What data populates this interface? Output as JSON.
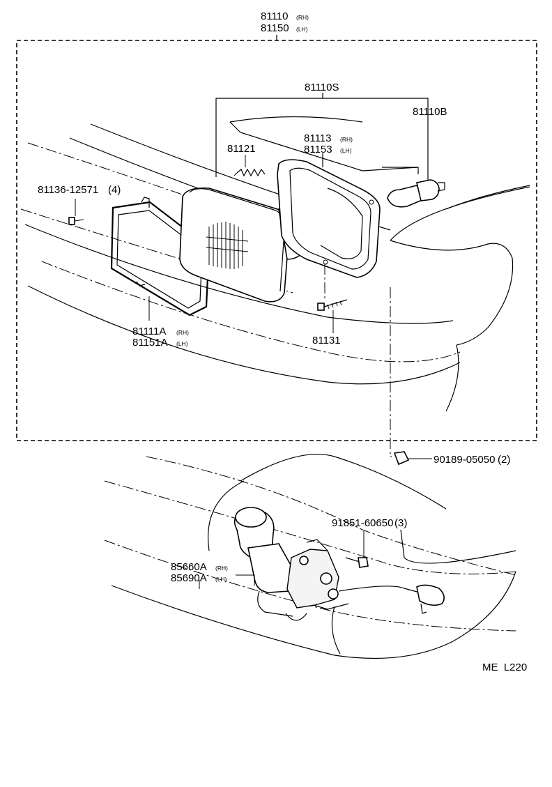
{
  "labels": {
    "assy_rh_no": "81110",
    "assy_rh_side": "(RH)",
    "assy_lh_no": "81150",
    "assy_lh_side": "(LH)",
    "unit_set": "81110S",
    "bulb": "81110B",
    "body_rh_no": "81113",
    "body_rh_side": "(RH)",
    "body_lh_no": "81153",
    "body_lh_side": "(LH)",
    "spring": "81121",
    "screw": "81136-12571",
    "screw_qty": "(4)",
    "rim_rh_no": "81111A",
    "rim_rh_side": "(RH)",
    "rim_lh_no": "81151A",
    "rim_lh_side": "(LH)",
    "adjust_screw": "81131",
    "clip": "90189-05050",
    "clip_qty": "(2)",
    "bolt": "91851-60650",
    "bolt_qty": "(3)",
    "motor_rh_no": "85660A",
    "motor_rh_side": "(RH)",
    "motor_lh_no": "85690A",
    "motor_lh_side": "(LH)",
    "diagram_code": "ME  L220"
  }
}
